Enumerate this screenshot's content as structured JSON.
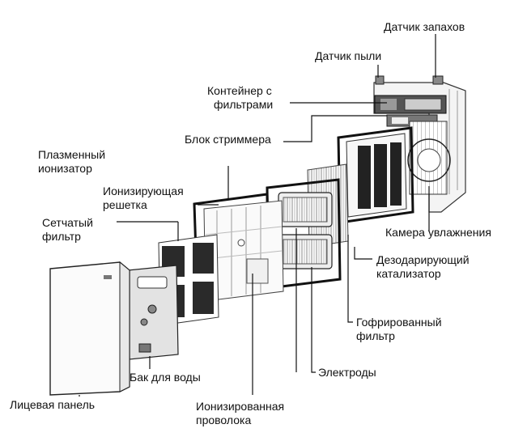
{
  "labels": {
    "odor_sensor": "Датчик запахов",
    "dust_sensor": "Датчик пыли",
    "filter_container_line1": "Контейнер с",
    "filter_container_line2": "фильтрами",
    "streamer_unit": "Блок стриммера",
    "plasma_ionizer_line1": "Плазменный",
    "plasma_ionizer_line2": "ионизатор",
    "ionizing_grid_line1": "Ионизирующая",
    "ionizing_grid_line2": "решетка",
    "mesh_filter_line1": "Сетчатый",
    "mesh_filter_line2": "фильтр",
    "humidification_chamber": "Камера увлажнения",
    "deodorizing_catalyst_line1": "Дезодарирующий",
    "deodorizing_catalyst_line2": "катализатор",
    "pleated_filter_line1": "Гофрированный",
    "pleated_filter_line2": "фильтр",
    "electrodes": "Электроды",
    "water_tank": "Бак для воды",
    "front_panel": "Лицевая панель",
    "ionized_wire_line1": "Ионизированная",
    "ionized_wire_line2": "проволока"
  }
}
